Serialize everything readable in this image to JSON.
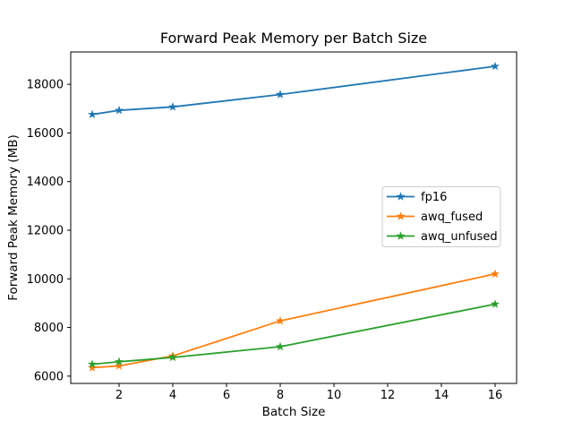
{
  "chart_data": {
    "type": "line",
    "title": "Forward Peak Memory per Batch Size",
    "xlabel": "Batch Size",
    "ylabel": "Forward Peak Memory (MB)",
    "x": [
      1,
      2,
      4,
      8,
      16
    ],
    "series": [
      {
        "name": "fp16",
        "color": "#1f77b4",
        "values": [
          16760,
          16930,
          17070,
          17580,
          18740
        ]
      },
      {
        "name": "awq_fused",
        "color": "#ff7f0e",
        "values": [
          6350,
          6420,
          6830,
          8270,
          10200
        ]
      },
      {
        "name": "awq_unfused",
        "color": "#2ca02c",
        "values": [
          6490,
          6590,
          6770,
          7210,
          8960
        ]
      }
    ],
    "xticks": [
      2,
      4,
      6,
      8,
      10,
      12,
      14,
      16
    ],
    "yticks": [
      6000,
      8000,
      10000,
      12000,
      14000,
      16000,
      18000
    ],
    "xlim": [
      0.2,
      16.8
    ],
    "ylim": [
      5700,
      19330
    ],
    "grid": false,
    "marker": "star",
    "legend_position": "center-right",
    "background": "#ffffff",
    "text_color": "#000000",
    "spine_color": "#000000"
  }
}
